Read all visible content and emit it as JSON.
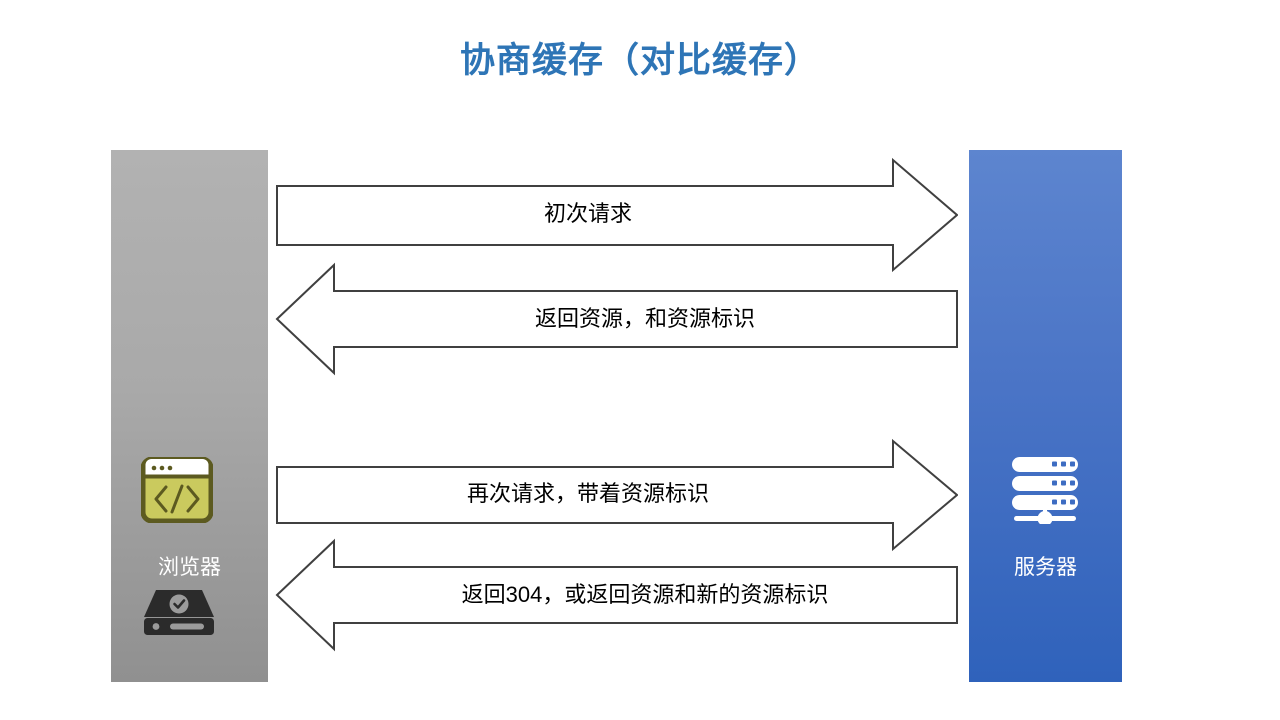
{
  "slide": {
    "title": "协商缓存（对比缓存）",
    "title_color": "#2E75B6",
    "background": "#FFFFFF"
  },
  "browser": {
    "label": "浏览器",
    "column_color_top": "#B2B2B2",
    "column_color_bottom": "#909090",
    "icons": [
      {
        "name": "code-window-icon",
        "body_color": "#CACA5E",
        "border_color": "#5C5A20"
      },
      {
        "name": "disk-storage-icon",
        "body_color": "#2B2B2B"
      }
    ]
  },
  "server": {
    "label": "服务器",
    "column_color_top": "#5D85CF",
    "column_color_bottom": "#2F62BB",
    "icons": [
      {
        "name": "server-stack-icon",
        "body_color": "#FFFFFF"
      }
    ]
  },
  "flows": [
    {
      "id": "flow-1",
      "label": "初次请求",
      "direction": "right",
      "from": "浏览器",
      "to": "服务器",
      "outline_color": "#404040",
      "fill_color": "#FFFFFF"
    },
    {
      "id": "flow-2",
      "label": "返回资源，和资源标识",
      "direction": "left",
      "from": "服务器",
      "to": "浏览器",
      "outline_color": "#404040",
      "fill_color": "#FFFFFF"
    },
    {
      "id": "flow-3",
      "label": "再次请求，带着资源标识",
      "direction": "right",
      "from": "浏览器",
      "to": "服务器",
      "outline_color": "#404040",
      "fill_color": "#FFFFFF"
    },
    {
      "id": "flow-4",
      "label": "返回304，或返回资源和新的资源标识",
      "direction": "left",
      "from": "服务器",
      "to": "浏览器",
      "outline_color": "#404040",
      "fill_color": "#FFFFFF"
    }
  ]
}
